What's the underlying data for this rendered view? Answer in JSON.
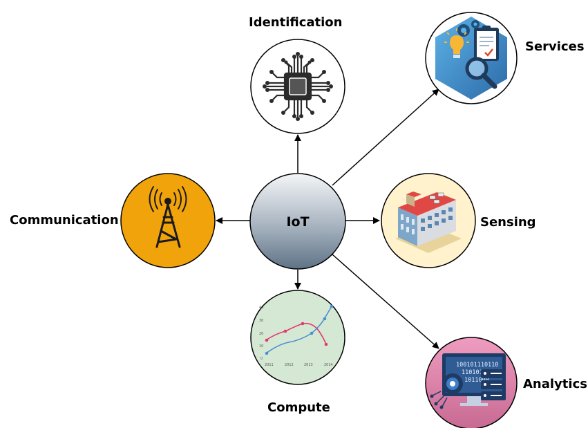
{
  "hub": {
    "label": "IoT"
  },
  "nodes": {
    "identification": {
      "label": "Identification",
      "icon": "microchip-icon"
    },
    "services": {
      "label": "Services",
      "icon": "services-icon"
    },
    "communication": {
      "label": "Communication",
      "icon": "radio-tower-icon"
    },
    "sensing": {
      "label": "Sensing",
      "icon": "smart-building-icon"
    },
    "compute": {
      "label": "Compute",
      "icon": "line-chart-icon",
      "chart": {
        "y_ticks": [
          "40",
          "30",
          "20",
          "10",
          "0"
        ],
        "x_ticks": [
          "2011",
          "2012",
          "2013",
          "2014"
        ]
      }
    },
    "analytics": {
      "label": "Analytics",
      "icon": "data-server-icon",
      "binary_lines": [
        "100101110110",
        "11010101",
        "1011000"
      ]
    }
  },
  "colors": {
    "hub_top": "#f4f6f8",
    "hub_bottom": "#5f7386",
    "communication_fill": "#f0a30a",
    "sensing_fill": "#fff2cc",
    "compute_fill": "#d5e8d4",
    "analytics_fill": "#d882a6",
    "services_fill": "#3a8ac4"
  }
}
